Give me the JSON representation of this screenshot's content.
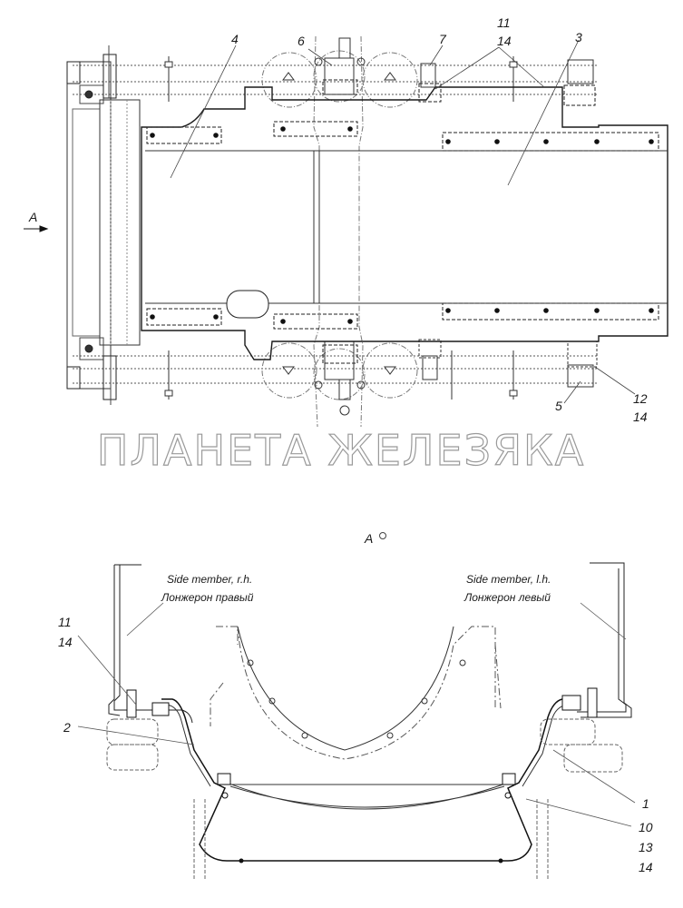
{
  "top_view": {
    "view_arrow_label": "A",
    "callouts": {
      "c4": "4",
      "c6": "6",
      "c7": "7",
      "c11": "11",
      "c14": "14",
      "c3": "3",
      "c5": "5",
      "c12": "12",
      "c14b": "14"
    }
  },
  "watermark": "ПЛАНЕТА ЖЕЛЕЗЯКА",
  "section_view": {
    "title": "A",
    "side_member_rh_en": "Side member, r.h.",
    "side_member_rh_ru": "Лонжерон правый",
    "side_member_lh_en": "Side member, l.h.",
    "side_member_lh_ru": "Лонжерон левый",
    "callouts": {
      "c11": "11",
      "c14": "14",
      "c2": "2",
      "c1": "1",
      "c10": "10",
      "c13": "13",
      "c14b": "14"
    }
  }
}
